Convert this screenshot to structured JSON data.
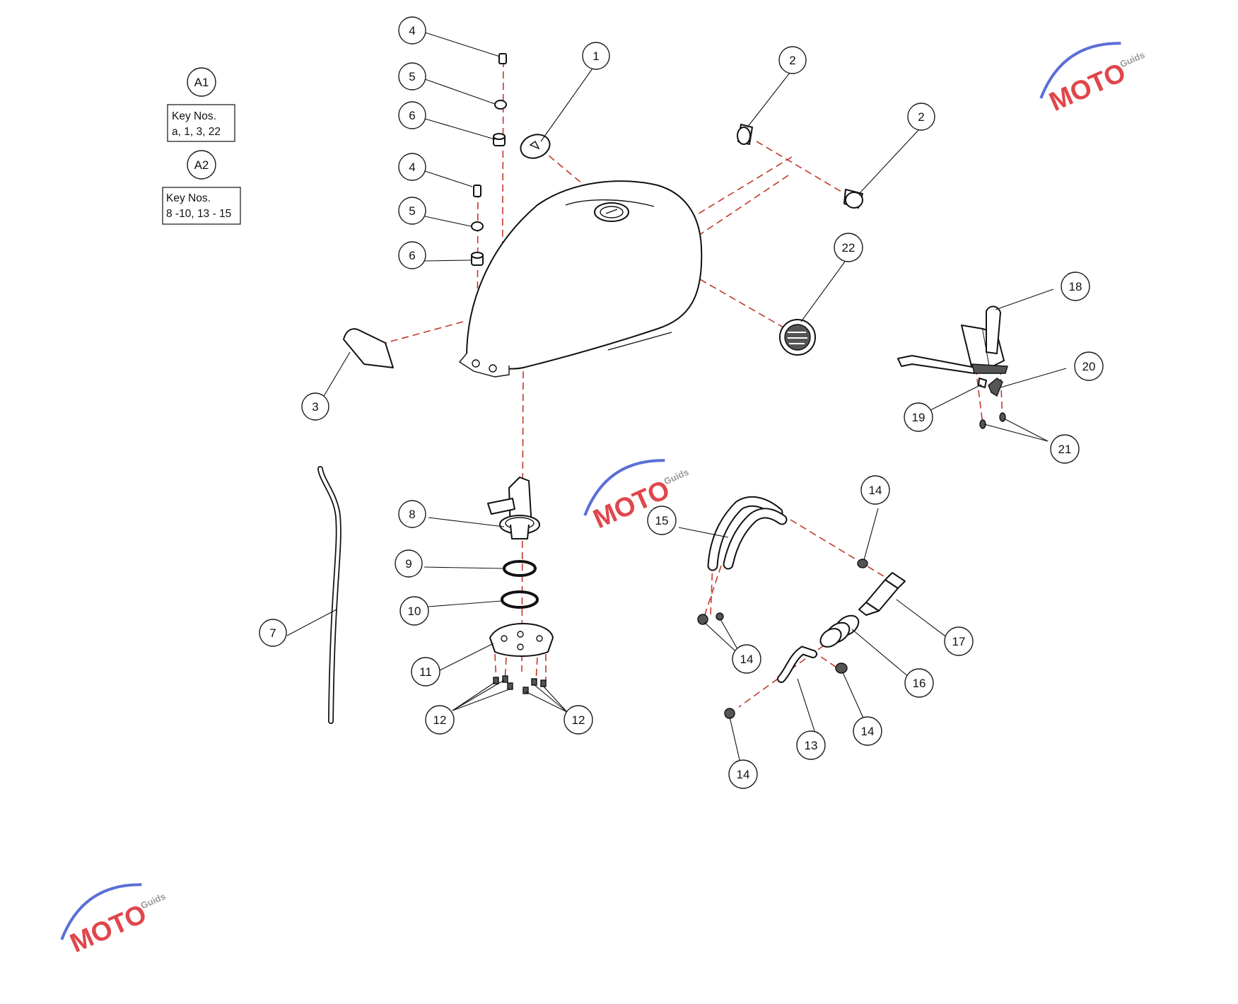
{
  "assemblies": [
    {
      "id": "A1",
      "label": "A1",
      "key_title": "Key Nos.",
      "key_values": "a, 1, 3, 22"
    },
    {
      "id": "A2",
      "label": "A2",
      "key_title": "Key Nos.",
      "key_values": "8 -10, 13 - 15"
    }
  ],
  "callouts": [
    "4",
    "5",
    "6",
    "4",
    "5",
    "6",
    "1",
    "2",
    "2",
    "22",
    "3",
    "18",
    "20",
    "19",
    "21",
    "7",
    "8",
    "9",
    "10",
    "11",
    "12",
    "12",
    "15",
    "14",
    "14",
    "17",
    "16",
    "14",
    "13",
    "14"
  ],
  "watermark": {
    "brand": "MOTO",
    "suffix": "Guids",
    "colors": {
      "red": "#e0464b",
      "blue": "#5b6fd6",
      "gray": "#9a9a9a"
    }
  },
  "colors": {
    "dash": "#c0392b",
    "line": "#111111"
  }
}
